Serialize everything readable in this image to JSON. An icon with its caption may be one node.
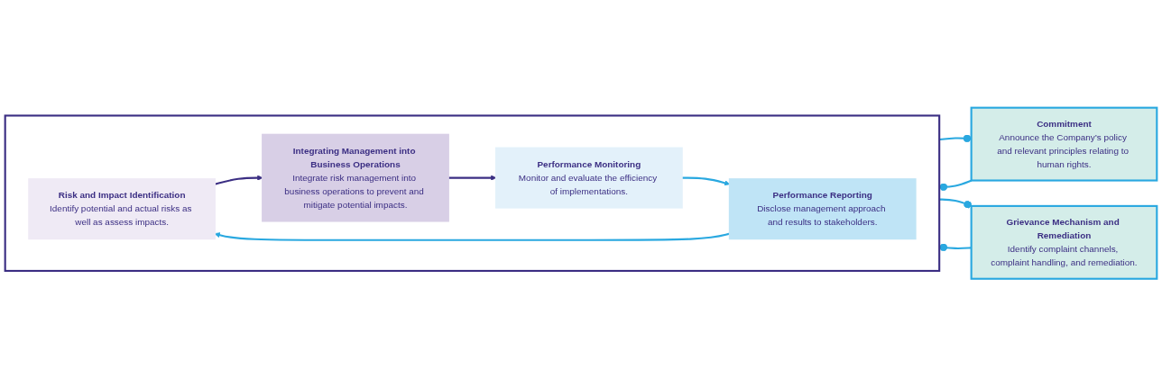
{
  "diagram": {
    "nodes": [
      {
        "text": [
          "Commitment",
          "Announce the Company’s policy and relevant principles relating to human rights."
        ]
      },
      {
        "text": [],
        "shape": "box"
      },
      {
        "text": [
          "Risk and Impact Identification",
          "Identify potential and actual risks as well as assess impacts."
        ],
        "in": 1
      },
      {
        "text": [
          "Integrating Management into Business Operations",
          "Integrate risk management into business operations to prevent and mitigate potential impacts."
        ],
        "in": 1
      },
      {
        "text": [
          "Performance Reporting",
          "Disclose management approach and results to stakeholders."
        ],
        "in": 1
      },
      {
        "text": [
          "Performance Monitoring",
          "Monitor and evaluate the efficiency of implementations."
        ],
        "in": 1
      },
      {
        "text": [
          "Grievance Mechanism and Remediation",
          "Identify complaint channels, complaint handling, and remediation."
        ]
      }
    ],
    "edges": [
      {
        "from": 0,
        "to": 1,
        "arrow": "other"
      },
      {
        "from": 1,
        "to": 0,
        "arrow": "other"
      },
      {
        "from": 2,
        "to": 3,
        "arrow": "to",
        "color": "#3b2e83"
      },
      {
        "from": 3,
        "to": 5,
        "arrow": "to",
        "color": "#3b2e83"
      },
      {
        "from": 5,
        "to": 4,
        "arrow": "to"
      },
      {
        "from": 4,
        "to": 2,
        "arrow": "to"
      },
      {
        "from": 6,
        "to": 1,
        "arrow": "other"
      },
      {
        "from": 1,
        "to": 6,
        "arrow": "other"
      }
    ]
  }
}
